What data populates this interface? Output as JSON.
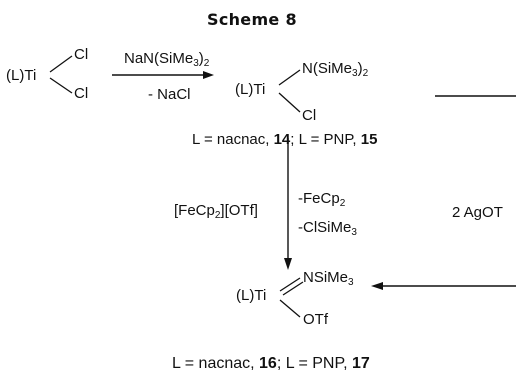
{
  "title": "Scheme 8",
  "c1": {
    "metal": "(L)Ti",
    "cl_top": "Cl",
    "cl_bottom": "Cl"
  },
  "arrow1": {
    "reagent_pre": "NaN(SiMe",
    "reagent_sub": "3",
    "reagent_mid": ")",
    "reagent_sub2": "2",
    "byproduct": "- NaCl"
  },
  "c2": {
    "metal": "(L)Ti",
    "n_pre": "N(SiMe",
    "n_sub": "3",
    "n_mid": ")",
    "n_sub2": "2",
    "cl": "Cl"
  },
  "caption1": {
    "pre": "L = nacnac, ",
    "n1": "14",
    "mid": "; L = PNP, ",
    "n2": "15"
  },
  "arrow2": {
    "ox_pre": "[FeCp",
    "ox_sub": "2",
    "ox_post": "][OTf]",
    "bp1_pre": "-FeCp",
    "bp1_sub": "2",
    "bp2_pre": "-ClSiMe",
    "bp2_sub": "3"
  },
  "agotf": "2 AgOT",
  "c3": {
    "metal": "(L)Ti",
    "n_pre": "NSiMe",
    "n_sub": "3",
    "otf": "OTf"
  },
  "caption2": {
    "pre": "L = nacnac, ",
    "n1": "16",
    "mid": "; L = PNP, ",
    "n2": "17"
  }
}
